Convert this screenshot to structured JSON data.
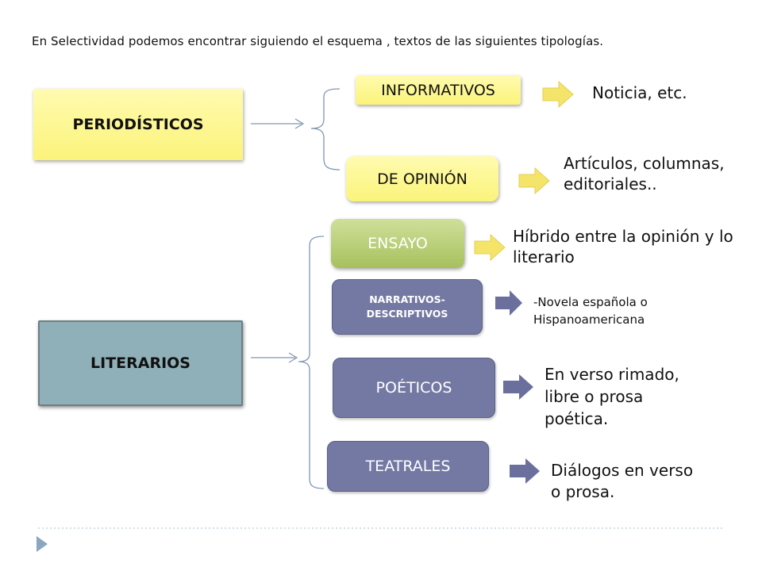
{
  "intro": "En Selectividad podemos encontrar siguiendo el esquema , textos de las siguientes tipologías.",
  "periodisticos": {
    "title": "PERIODÍSTICOS",
    "informativos": {
      "label": "INFORMATIVOS",
      "desc": "Noticia, etc."
    },
    "opinion": {
      "label": "DE OPINIÓN",
      "desc_line1": "Artículos, columnas,",
      "desc_line2": "editoriales.."
    }
  },
  "literarios": {
    "title": "LITERARIOS",
    "ensayo": {
      "label": "ENSAYO",
      "desc_line1": "Híbrido entre la opinión y lo",
      "desc_line2": "literario"
    },
    "narrativos": {
      "label_line1": "NARRATIVOS-",
      "label_line2": "DESCRIPTIVOS",
      "desc_line1": "-Novela española o",
      "desc_line2": "Hispanoamericana"
    },
    "poeticos": {
      "label": "POÉTICOS",
      "desc_line1": "En verso rimado,",
      "desc_line2": "libre o prosa",
      "desc_line3": "poética."
    },
    "teatrales": {
      "label": "TEATRALES",
      "desc_line1": "Diálogos en verso",
      "desc_line2": "o prosa."
    }
  },
  "colors": {
    "yellow_box": "#fbf37a",
    "green_box": "#a7c05d",
    "purple_box": "#7479a4",
    "teal_box": "#8fb0b8",
    "arrow_yellow": "#f4e46a",
    "arrow_purple": "#6a6f9e",
    "slide_marker": "#8aa6c0"
  }
}
